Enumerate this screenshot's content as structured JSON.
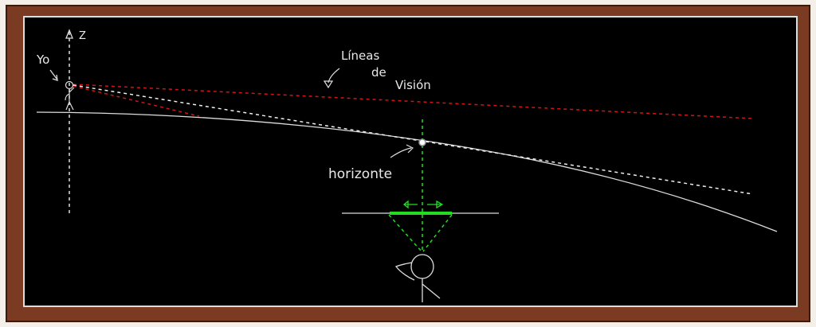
{
  "labels": {
    "axis_z": "Z",
    "observer_left": "Yo",
    "sight_lines": [
      "Líneas",
      "de",
      "Visión"
    ],
    "horizon": "horizonte"
  },
  "colors": {
    "frame": "#7a3b22",
    "board": "#000000",
    "chalk": "#e8e8e8",
    "sight_red": "#d41414",
    "vision_green": "#22dd22"
  }
}
